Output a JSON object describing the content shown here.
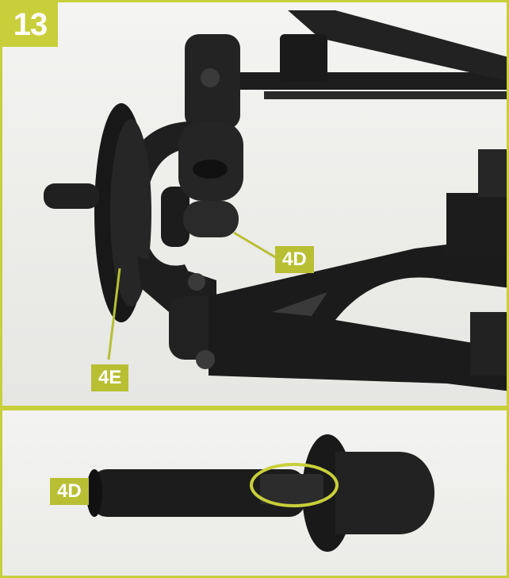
{
  "step": {
    "number": "13"
  },
  "callouts": {
    "top_4d": "4D",
    "top_4e": "4E",
    "bottom_4d": "4D"
  },
  "colors": {
    "accent": "#c9cf3a",
    "label_bg": "#b8bf33",
    "part": "#1e1e1e",
    "background": "#efefec"
  }
}
